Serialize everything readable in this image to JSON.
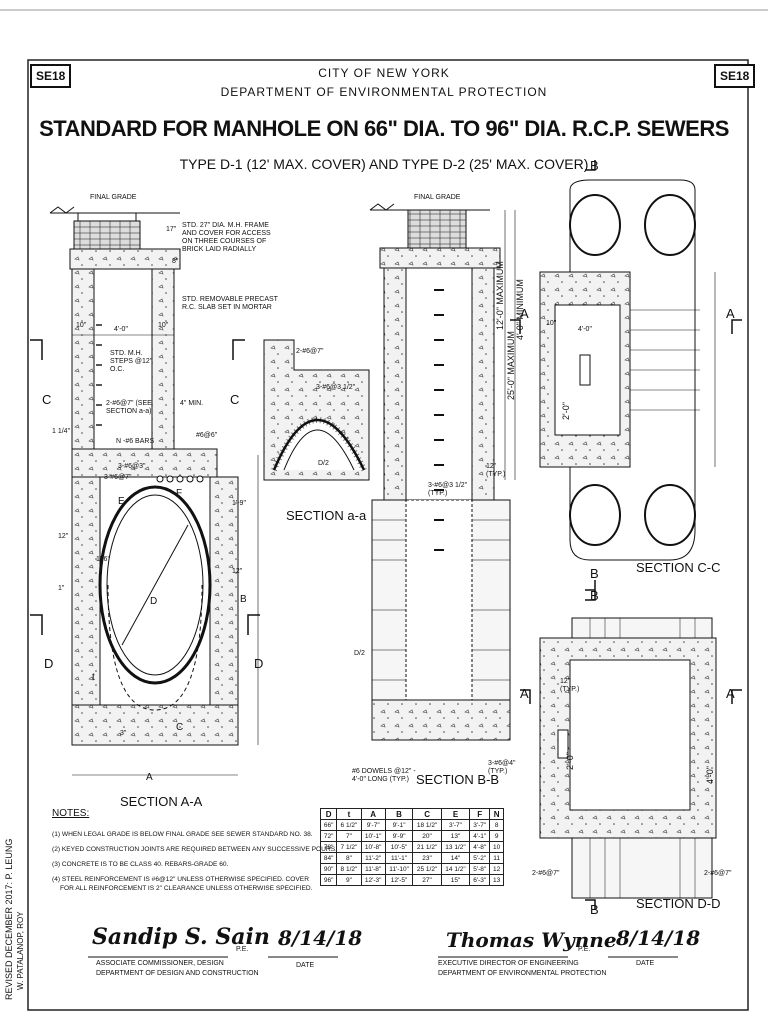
{
  "header": {
    "tag_left": "SE18",
    "tag_right": "SE18",
    "agency_line1": "CITY OF NEW YORK",
    "agency_line2": "DEPARTMENT OF ENVIRONMENTAL PROTECTION",
    "title": "STANDARD FOR MANHOLE ON 66\" DIA. TO 96\" DIA. R.C.P. SEWERS",
    "subtitle": "TYPE D-1 (12' MAX. COVER) AND TYPE D-2 (25' MAX. COVER)"
  },
  "section_labels": {
    "aa": "SECTION A-A",
    "a_a": "SECTION a-a",
    "bb": "SECTION B-B",
    "cc": "SECTION C-C",
    "dd": "SECTION D-D"
  },
  "annotations": {
    "final_grade_1": "FINAL GRADE",
    "final_grade_2": "FINAL GRADE",
    "frame_note": "STD. 27\" DIA. M.H. FRAME AND COVER FOR ACCESS ON THREE COURSES OF BRICK LAID RADIALLY",
    "slab_note": "STD. REMOVABLE PRECAST R.C. SLAB SET IN MORTAR",
    "steps_note": "STD. M.H. STEPS @12\" O.C.",
    "rebar_note": "2-#6@7\" (SEE SECTION a-a)",
    "min_note": "4\" MIN.",
    "bars_note": "N -#6 BARS",
    "r6": "#6@6\"",
    "r3_6": "3-#6@3\"",
    "r3_6b": "3-#6@7\"",
    "r11_4": "1 1/4\"",
    "d12_1": "12\"",
    "d12_2": "12\"",
    "d1_6": "1'-6\"",
    "d1_9": "1'-9\"",
    "d1": "1\"",
    "d3": "3\"",
    "d17": "17\"",
    "d8": "8\"",
    "d10a": "10\"",
    "d10b": "10\"",
    "d4_0": "4'-0\"",
    "lbl_e": "E",
    "lbl_f": "F",
    "lbl_d": "D",
    "lbl_t": "t",
    "lbl_c": "C",
    "lbl_b": "B",
    "lbl_a": "A",
    "aa_r1": "2-#6@7\"",
    "aa_r2": "3-#6@3 1/2\"",
    "aa_d2": "D/2",
    "bb_max12": "12'-0\" MAXIMUM",
    "bb_max25": "25'-0\" MAXIMUM",
    "bb_min": "4'-0\" MINIMUM",
    "bb_r": "3-#6@3 1/2\" (TYP.)",
    "bb_12typ": "12\" (TYP.)",
    "bb_dowels": "#6 DOWELS @12\" - 4'-0\" LONG (TYP.)",
    "bb_r2": "3-#6@4\" (TYP.)",
    "bb_d2": "D/2",
    "cc_10": "10\"",
    "cc_4_0": "4'-0\"",
    "cc_2_0": "2'-0\"",
    "dd_12typ": "12\" (TYP.)",
    "dd_2_0": "2'-0\"",
    "dd_4_0": "4'-0\"",
    "dd_r1": "2-#6@7\"",
    "dd_r2": "2-#6@7\""
  },
  "notes": {
    "heading": "NOTES:",
    "items": [
      "(1) WHEN LEGAL GRADE IS BELOW FINAL GRADE SEE SEWER STANDARD NO. 38.",
      "(2) KEYED CONSTRUCTION JOINTS ARE REQUIRED BETWEEN ANY SUCCESSIVE POURS.",
      "(3) CONCRETE IS TO BE CLASS 40. REBARS-GRADE 60.",
      "(4) STEEL REINFORCEMENT IS #6@12\" UNLESS OTHERWISE SPECIFIED. COVER",
      "FOR ALL REINFORCEMENT IS 2\" CLEARANCE UNLESS OTHERWISE SPECIFIED."
    ]
  },
  "table": {
    "headers": [
      "D",
      "t",
      "A",
      "B",
      "C",
      "E",
      "F",
      "N"
    ],
    "rows": [
      [
        "66\"",
        "6 1/2\"",
        "9'-7\"",
        "9'-1\"",
        "18 1/2\"",
        "3'-7\"",
        "3'-7\"",
        "8"
      ],
      [
        "72\"",
        "7\"",
        "10'-1\"",
        "9'-9\"",
        "20\"",
        "13\"",
        "4'-1\"",
        "9"
      ],
      [
        "78\"",
        "7 1/2\"",
        "10'-8\"",
        "10'-5\"",
        "21 1/2\"",
        "13 1/2\"",
        "4'-8\"",
        "10"
      ],
      [
        "84\"",
        "8\"",
        "11'-2\"",
        "11'-1\"",
        "23\"",
        "14\"",
        "5'-2\"",
        "11"
      ],
      [
        "90\"",
        "8 1/2\"",
        "11'-8\"",
        "11'-10\"",
        "25 1/2\"",
        "14 1/2\"",
        "5'-8\"",
        "12"
      ],
      [
        "96\"",
        "9\"",
        "12'-3\"",
        "12'-5\"",
        "27\"",
        "15\"",
        "6'-3\"",
        "13"
      ]
    ]
  },
  "signatures": {
    "left_signature": "Sandip S. Sain",
    "left_pe": "P.E.",
    "left_date": "8/14/18",
    "left_date_label": "DATE",
    "left_title1": "ASSOCIATE COMMISSIONER, DESIGN",
    "left_title2": "DEPARTMENT OF DESIGN AND CONSTRUCTION",
    "right_signature": "Thomas Wynne",
    "right_pe": "P.E.",
    "right_date": "8/14/18",
    "right_date_label": "DATE",
    "right_title1": "EXECUTIVE DIRECTOR OF ENGINEERING",
    "right_title2": "DEPARTMENT OF ENVIRONMENTAL PROTECTION"
  },
  "revision": {
    "line1": "REVISED DECEMBER 2017: P. LEUNG",
    "line2": "W. PATALANOP, ROY"
  },
  "colors": {
    "ink": "#111111",
    "paper": "#ffffff",
    "concrete": "#e8e8e8"
  }
}
